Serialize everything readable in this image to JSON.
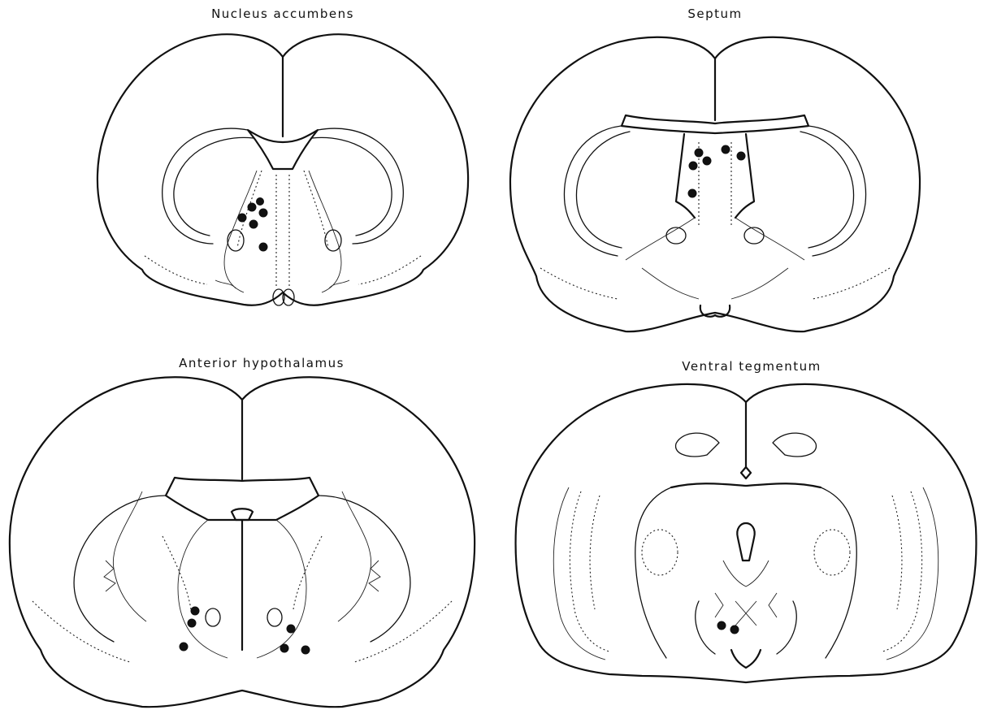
{
  "panels": {
    "nucleus_accumbens": {
      "title": "Nucleus accumbens"
    },
    "septum": {
      "title": "Septum"
    },
    "anterior_hypothalamus": {
      "title": "Anterior hypothalamus"
    },
    "ventral_tegmentum": {
      "title": "Ventral tegmentum"
    }
  },
  "colors": {
    "line": "#111111",
    "site_marker": "#111111",
    "background": "#ffffff"
  }
}
